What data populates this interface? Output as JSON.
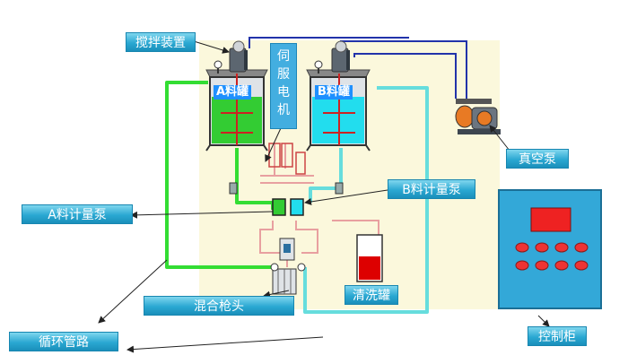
{
  "labels": {
    "stirrer": "搅拌装置",
    "servo_motor": "伺\n服\n电\n机",
    "tank_a": "A料罐",
    "tank_b": "B料罐",
    "vacuum_pump": "真空泵",
    "pump_a": "A料计量泵",
    "pump_b": "B料计量泵",
    "mix_head": "混合枪头",
    "clean_tank": "清洗罐",
    "circulation": "循环管路",
    "control_cabinet": "控制柜"
  },
  "colors": {
    "panel": "#fbf8dc",
    "tank_a_fill": "#33cc33",
    "tank_b_fill": "#22ddee",
    "circuit_a": "#33dd33",
    "circuit_b": "#66dddd",
    "vacuum_line": "#2233aa",
    "cabinet": "#33a8d8",
    "cabinet_display": "#ee2222",
    "clean_liquid": "#dd0000"
  }
}
